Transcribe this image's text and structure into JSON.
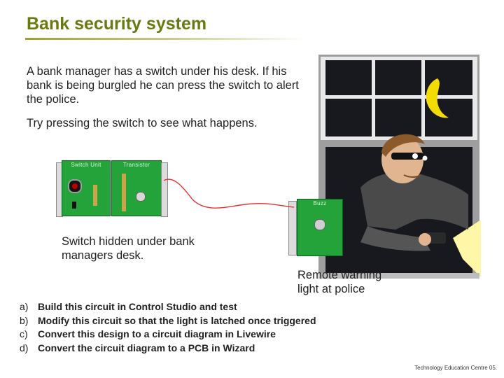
{
  "title": "Bank security system",
  "intro": "A bank manager has a switch under his desk. If his bank is being burgled he can press the switch to alert the police.",
  "try_text": "Try pressing the switch to see what happens.",
  "modules": {
    "switch_unit": "Switch Unit",
    "transistor": "Transistor",
    "buzz": "Buzz"
  },
  "switch_caption": "Switch hidden under bank managers desk.",
  "remote_caption": "Remote warning light at police",
  "tasks": [
    {
      "letter": "a)",
      "text": "Build this circuit in Control Studio and test"
    },
    {
      "letter": "b)",
      "text": "Modify this circuit so that the light is latched once triggered"
    },
    {
      "letter": "c)",
      "text": "Convert this design to a circuit diagram in Livewire"
    },
    {
      "letter": "d)",
      "text": "Convert the circuit diagram to a PCB in Wizard"
    }
  ],
  "footer": "Technology Education Centre 05.",
  "colors": {
    "title": "#6b7a10",
    "module_green": "#23a33a",
    "wire": "#e83030",
    "night_sky": "#17191f",
    "moon": "#f5dc00",
    "lamp_beam": "#fff7a8"
  }
}
